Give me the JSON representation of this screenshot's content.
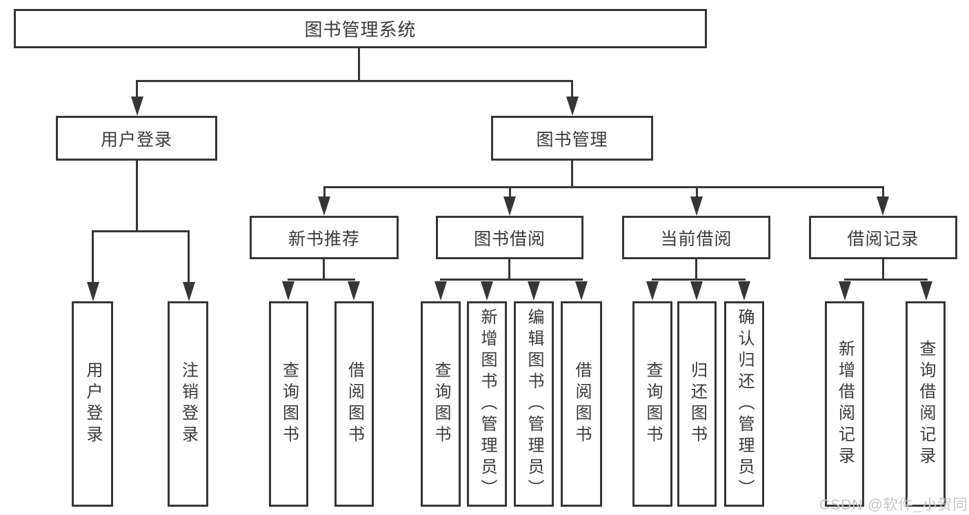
{
  "diagram": {
    "type": "hierarchy",
    "root": {
      "label": "图书管理系统"
    },
    "branches": [
      {
        "label": "用户登录",
        "children": [
          {
            "label": "用户登录"
          },
          {
            "label": "注销登录"
          }
        ]
      },
      {
        "label": "图书管理",
        "groups": [
          {
            "label": "新书推荐",
            "children": [
              {
                "label": "查询图书"
              },
              {
                "label": "借阅图书"
              }
            ]
          },
          {
            "label": "图书借阅",
            "children": [
              {
                "label": "查询图书"
              },
              {
                "label": "新增图书（管理员）"
              },
              {
                "label": "编辑图书（管理员）"
              },
              {
                "label": "借阅图书"
              }
            ]
          },
          {
            "label": "当前借阅",
            "children": [
              {
                "label": "查询图书"
              },
              {
                "label": "归还图书"
              },
              {
                "label": "确认归还（管理员）"
              }
            ]
          },
          {
            "label": "借阅记录",
            "children": [
              {
                "label": "新增借阅记录"
              },
              {
                "label": "查询借阅记录"
              }
            ]
          }
        ]
      }
    ],
    "colors": {
      "line": "#363636",
      "text": "#3a3a3a",
      "background": "#ffffff",
      "watermark_text": "#c6c6c6"
    }
  },
  "watermark": "CSDN @软件_小贺同学"
}
